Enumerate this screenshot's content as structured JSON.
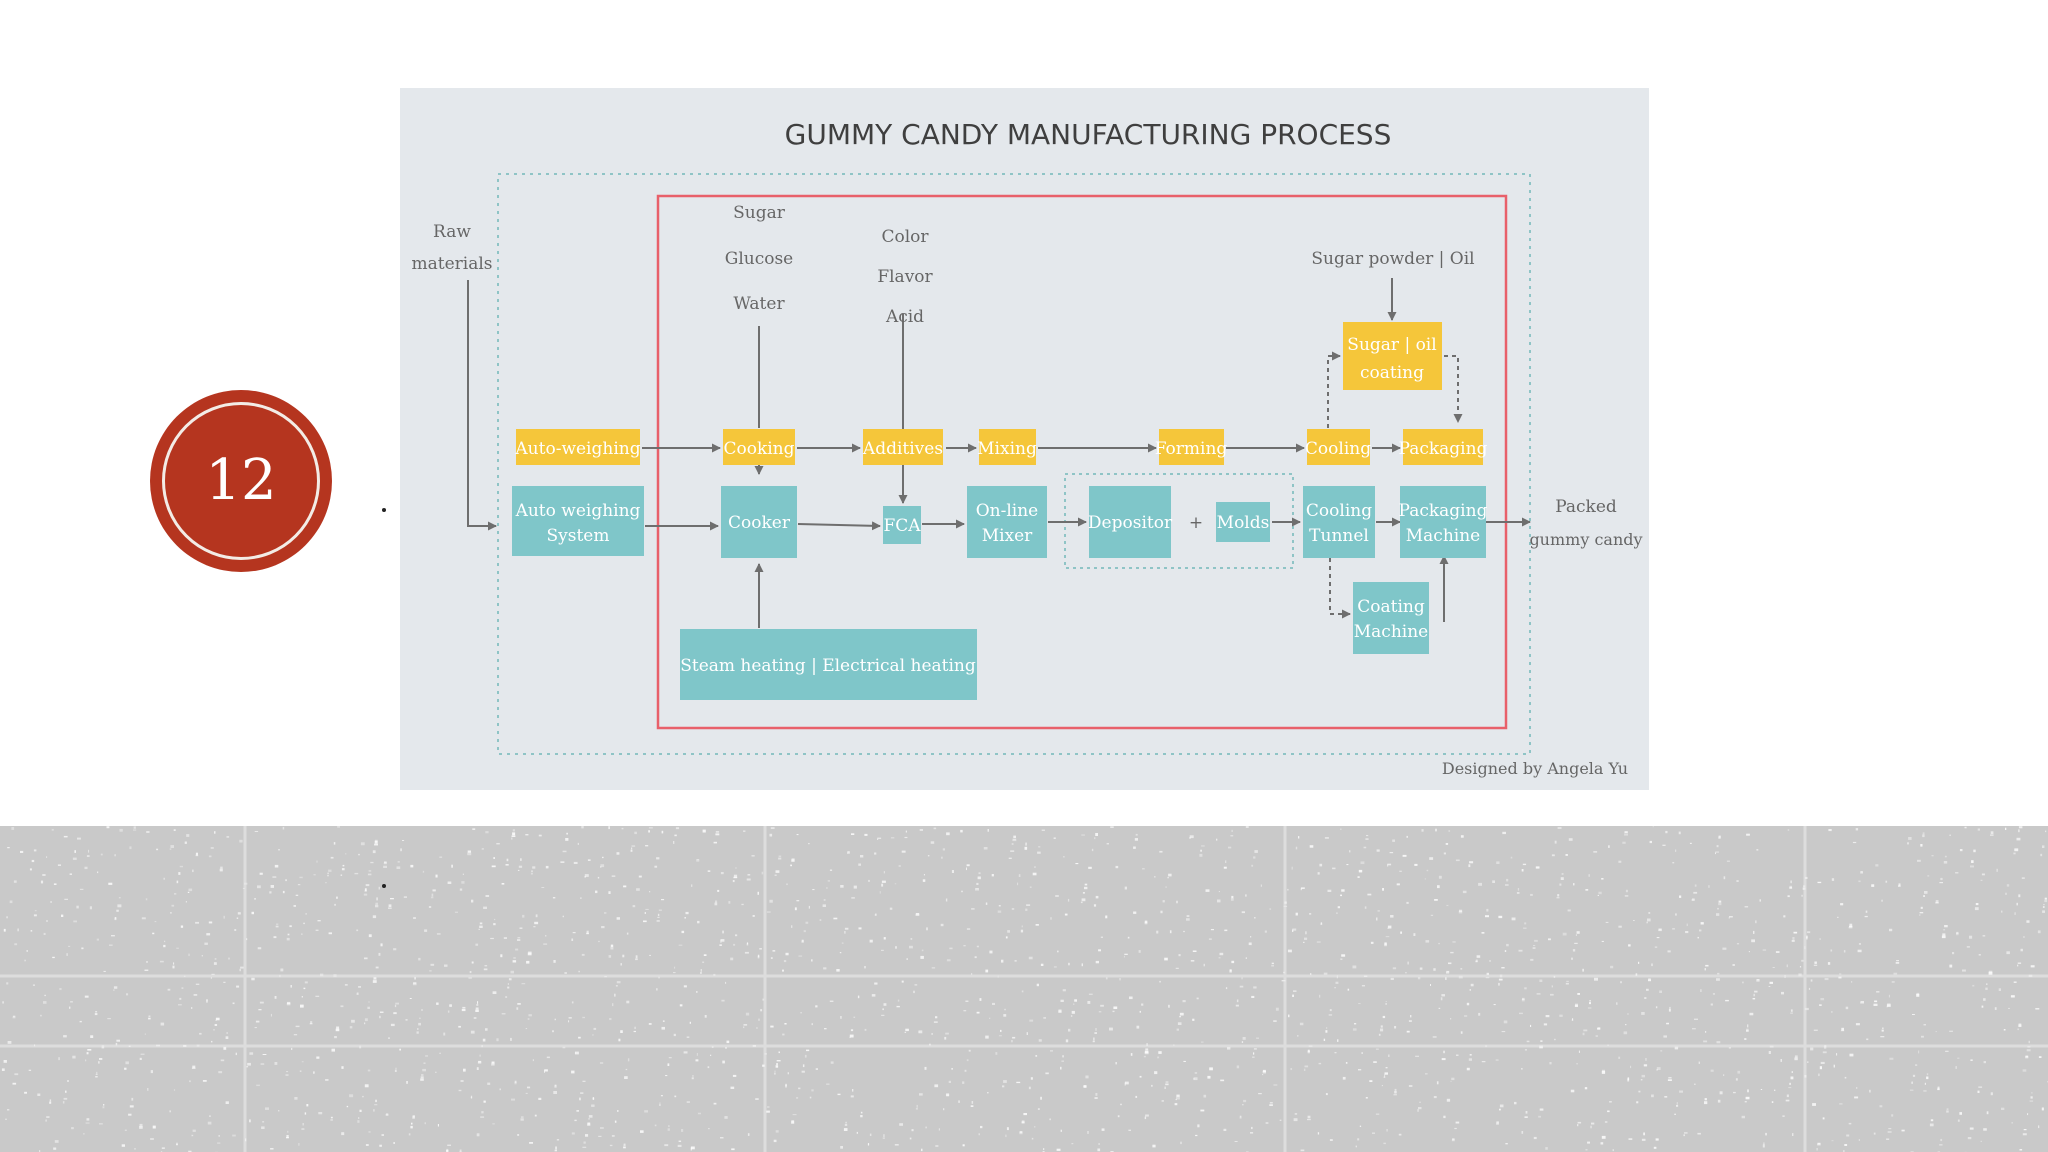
{
  "slide": {
    "number": "12"
  },
  "diagram": {
    "title": "GUMMY CANDY MANUFACTURING PROCESS",
    "credit": "Designed by Angela Yu",
    "inputs": {
      "raw_1": "Raw",
      "raw_2": "materials",
      "sugar": "Sugar",
      "glucose": "Glucose",
      "water": "Water",
      "color": "Color",
      "flavor": "Flavor",
      "acid": "Acid",
      "coating_input": "Sugar powder | Oil"
    },
    "steps": {
      "auto_weighing": "Auto-weighing",
      "cooking": "Cooking",
      "additives": "Additives",
      "mixing": "Mixing",
      "forming": "Forming",
      "cooling": "Cooling",
      "packaging": "Packaging",
      "coating_1": "Sugar | oil",
      "coating_2": "coating"
    },
    "machines": {
      "auto_weighing_1": "Auto weighing",
      "auto_weighing_2": "System",
      "cooker": "Cooker",
      "fca": "FCA",
      "mixer_1": "On-line",
      "mixer_2": "Mixer",
      "depositor": "Depositor",
      "plus": "+",
      "molds": "Molds",
      "cooling_tunnel_1": "Cooling",
      "cooling_tunnel_2": "Tunnel",
      "packaging_machine_1": "Packaging",
      "packaging_machine_2": "Machine",
      "coating_machine_1": "Coating",
      "coating_machine_2": "Machine",
      "heating": "Steam heating | Electrical heating"
    },
    "output": {
      "line_1": "Packed",
      "line_2": "gummy candy"
    },
    "colors": {
      "step": "#f5c63a",
      "machine": "#7fc6c9",
      "boundary": "#e8606a",
      "dotted": "#8fc4c6",
      "arrow": "#6e6e6e"
    }
  }
}
